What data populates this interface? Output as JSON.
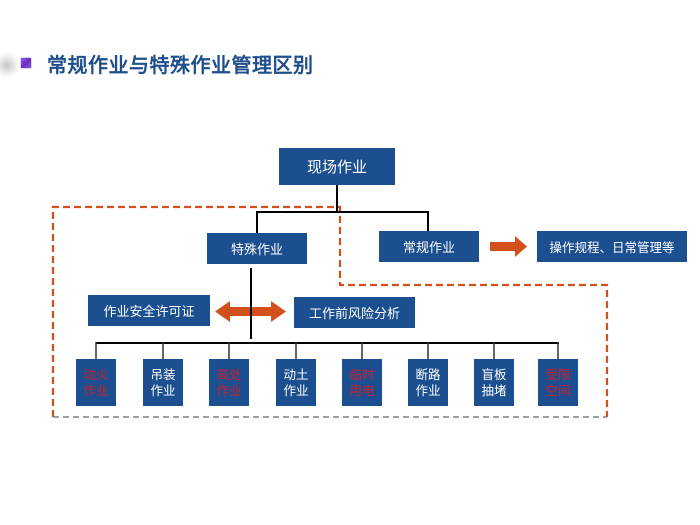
{
  "title": "常规作业与特殊作业管理区别",
  "colors": {
    "box_fill": "#1b4f8f",
    "title_text": "#1f4e8c",
    "highlight_text": "#c8202e",
    "arrow": "#d2501c",
    "dashed_orange": "#d2501c",
    "dashed_gray": "#7f7f7f",
    "connector": "#000000"
  },
  "diagram": {
    "root": "现场作业",
    "special": "特殊作业",
    "regular": "常规作业",
    "regular_result": "操作规程、日常管理等",
    "permit": "作业安全许可证",
    "risk_analysis": "工作前风险分析",
    "special_types": [
      {
        "line1": "动火",
        "line2": "作业",
        "highlight": true
      },
      {
        "line1": "吊装",
        "line2": "作业",
        "highlight": false
      },
      {
        "line1": "高处",
        "line2": "作业",
        "highlight": true
      },
      {
        "line1": "动土",
        "line2": "作业",
        "highlight": false
      },
      {
        "line1": "临时",
        "line2": "用电",
        "highlight": true
      },
      {
        "line1": "断路",
        "line2": "作业",
        "highlight": false
      },
      {
        "line1": "盲板",
        "line2": "抽堵",
        "highlight": false
      },
      {
        "line1": "受限",
        "line2": "空间",
        "highlight": true
      }
    ]
  }
}
